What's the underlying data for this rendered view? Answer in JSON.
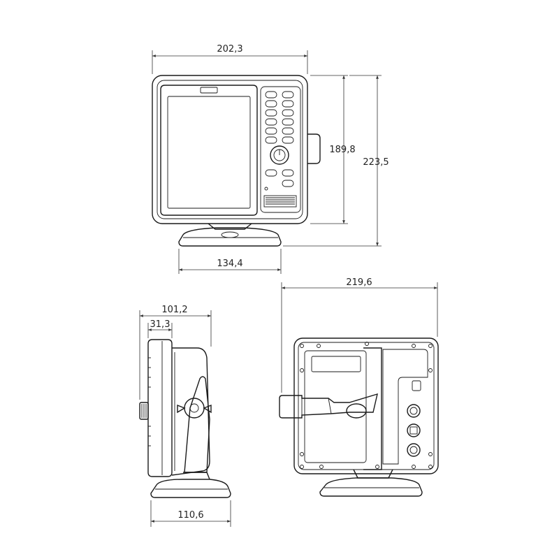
{
  "dimensions": {
    "width_front": "202,3",
    "height_screen": "189,8",
    "height_total": "223,5",
    "base_width": "134,4",
    "depth_total": "101,2",
    "depth_bezel": "31,3",
    "base_depth": "110,6",
    "width_rear": "219,6"
  }
}
